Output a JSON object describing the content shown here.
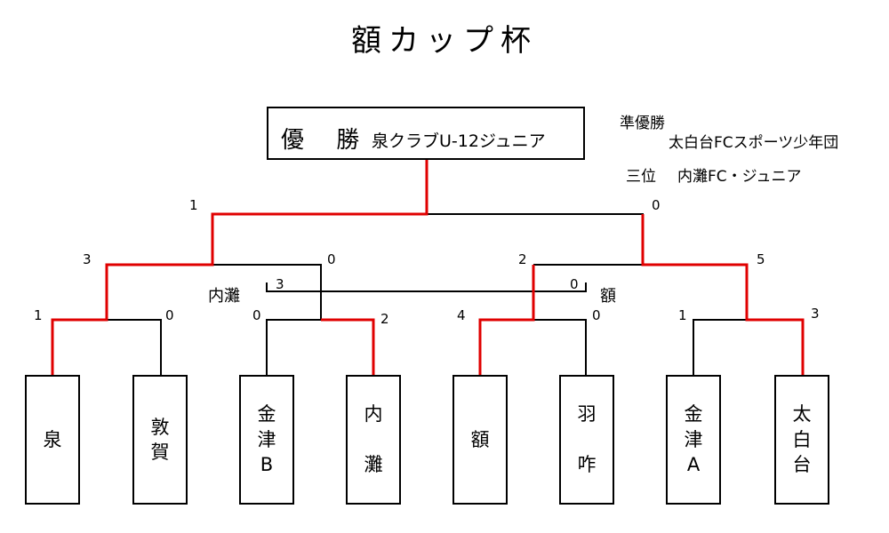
{
  "title": "額カップ杯",
  "champion": {
    "label": "優 勝",
    "team": "泉クラブU-12ジュニア"
  },
  "runner_up": {
    "label": "準優勝",
    "team": "太白台FCスポーツ少年団"
  },
  "third": {
    "label": "三位",
    "team": "内灘FC・ジュニア"
  },
  "third_place_match": {
    "left_team": "内灘",
    "left_score": "3",
    "right_team": "額",
    "right_score": "0"
  },
  "teams": [
    {
      "name": "泉",
      "lines": "泉"
    },
    {
      "name": "敦賀",
      "lines": "敦\n賀"
    },
    {
      "name": "金津B",
      "lines": "金\n津\nB"
    },
    {
      "name": "内灘",
      "lines": "内\n\n灘"
    },
    {
      "name": "額",
      "lines": "額"
    },
    {
      "name": "羽咋",
      "lines": "羽\n\n咋"
    },
    {
      "name": "金津A",
      "lines": "金\n津\nA"
    },
    {
      "name": "太白台",
      "lines": "太\n白\n台"
    }
  ],
  "scores": {
    "r1": [
      "1",
      "0",
      "0",
      "2",
      "4",
      "0",
      "1",
      "3"
    ],
    "r2": [
      "3",
      "0",
      "2",
      "5"
    ],
    "final": [
      "1",
      "0"
    ]
  },
  "colors": {
    "line": "#000000",
    "winner_path": "#e00000"
  }
}
